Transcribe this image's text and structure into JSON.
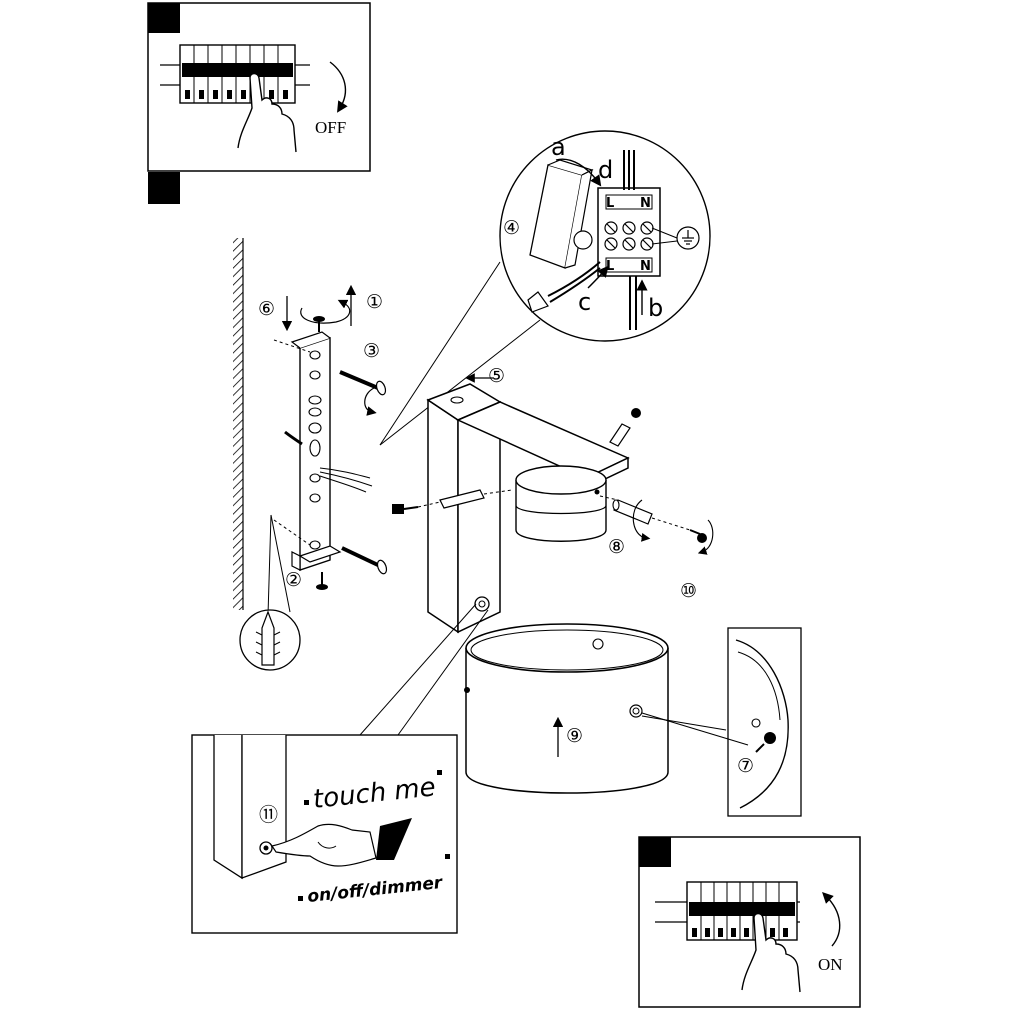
{
  "panels": {
    "off_panel": {
      "label": "OFF"
    },
    "on_panel": {
      "label": "ON"
    },
    "touch_panel": {
      "top_text": "touch me",
      "bottom_text": "on/off/dimmer",
      "step": "⑪"
    }
  },
  "wiring_detail": {
    "letters": {
      "a": "a",
      "b": "b",
      "c": "c",
      "d": "d"
    },
    "terminals": {
      "live": "L",
      "neutral": "N",
      "live_bottom": "L",
      "neutral_bottom": "N"
    },
    "step": "④",
    "ground_icon": "ground-symbol-icon"
  },
  "steps": {
    "s1": "①",
    "s2": "②",
    "s3": "③",
    "s5": "⑤",
    "s6": "⑥",
    "s7": "⑦",
    "s8": "⑧",
    "s9": "⑨",
    "s10": "⑩"
  },
  "colors": {
    "line": "#000000",
    "background": "#ffffff",
    "shade": "#d0d0d0"
  }
}
